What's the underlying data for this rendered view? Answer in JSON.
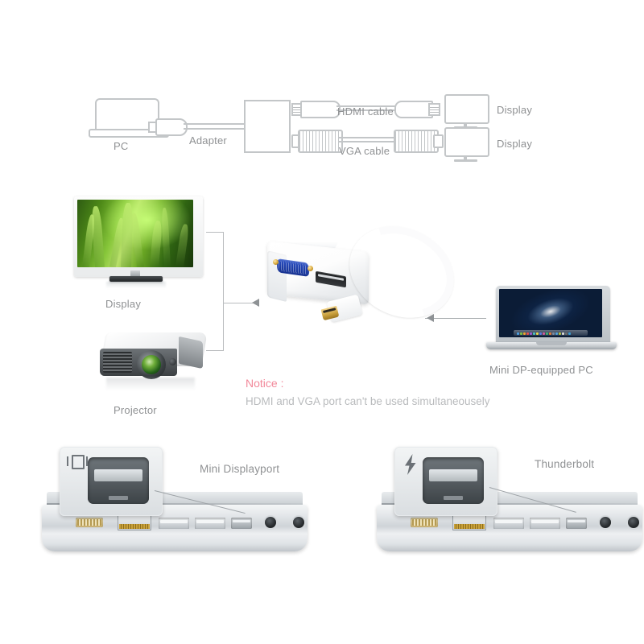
{
  "page": {
    "background": "#ffffff",
    "label_color": "#8f9193",
    "notice_color": "#f2889a"
  },
  "section_topology": {
    "pc_label": "PC",
    "adapter_label": "Adapter",
    "hdmi_cable_label": "HDMI cable",
    "vga_cable_label": "VGA cable",
    "display_top_label": "Display",
    "display_bottom_label": "Display"
  },
  "section_scene": {
    "display_label": "Display",
    "projector_label": "Projector",
    "laptop_label": "Mini DP-equipped PC",
    "notice_title": "Notice :",
    "notice_text": "HDMI and VGA port can't be used simultaneousely",
    "ports": {
      "vga_color": "#1d3aa8",
      "hdmi_color": "#1d1f21",
      "mdp_gold": "#c9a03c"
    }
  },
  "section_closeups": {
    "left_label": "Mini Displayport",
    "right_label": "Thunderbolt",
    "left_icon": "display-icon",
    "right_icon": "thunderbolt-icon"
  }
}
